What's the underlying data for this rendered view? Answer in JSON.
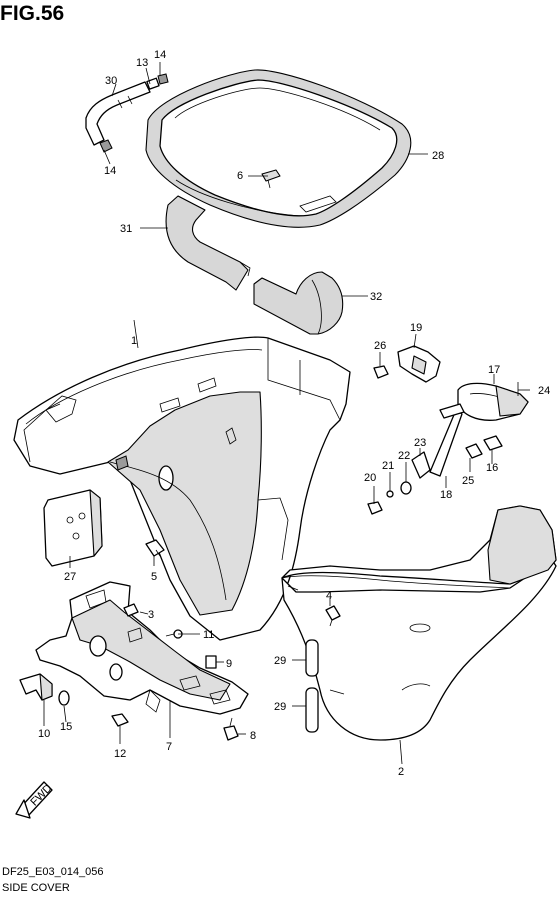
{
  "figure": {
    "title": "FIG.56",
    "code": "DF25_E03_014_056",
    "caption": "SIDE COVER"
  },
  "parts": [
    {
      "id": "p1",
      "number": "1"
    },
    {
      "id": "p2",
      "number": "2"
    },
    {
      "id": "p3",
      "number": "3"
    },
    {
      "id": "p4",
      "number": "4"
    },
    {
      "id": "p5",
      "number": "5"
    },
    {
      "id": "p6",
      "number": "6"
    },
    {
      "id": "p7",
      "number": "7"
    },
    {
      "id": "p8",
      "number": "8"
    },
    {
      "id": "p9",
      "number": "9"
    },
    {
      "id": "p10",
      "number": "10"
    },
    {
      "id": "p11",
      "number": "11"
    },
    {
      "id": "p12",
      "number": "12"
    },
    {
      "id": "p13",
      "number": "13"
    },
    {
      "id": "p14a",
      "number": "14"
    },
    {
      "id": "p14b",
      "number": "14"
    },
    {
      "id": "p15",
      "number": "15"
    },
    {
      "id": "p16",
      "number": "16"
    },
    {
      "id": "p17",
      "number": "17"
    },
    {
      "id": "p18",
      "number": "18"
    },
    {
      "id": "p19",
      "number": "19"
    },
    {
      "id": "p20",
      "number": "20"
    },
    {
      "id": "p21",
      "number": "21"
    },
    {
      "id": "p22",
      "number": "22"
    },
    {
      "id": "p23",
      "number": "23"
    },
    {
      "id": "p24",
      "number": "24"
    },
    {
      "id": "p25",
      "number": "25"
    },
    {
      "id": "p26",
      "number": "26"
    },
    {
      "id": "p27",
      "number": "27"
    },
    {
      "id": "p28",
      "number": "28"
    },
    {
      "id": "p29a",
      "number": "29"
    },
    {
      "id": "p29b",
      "number": "29"
    },
    {
      "id": "p30",
      "number": "30"
    },
    {
      "id": "p31",
      "number": "31"
    },
    {
      "id": "p32",
      "number": "32"
    }
  ],
  "fwd_marker": {
    "text": "FWD"
  }
}
